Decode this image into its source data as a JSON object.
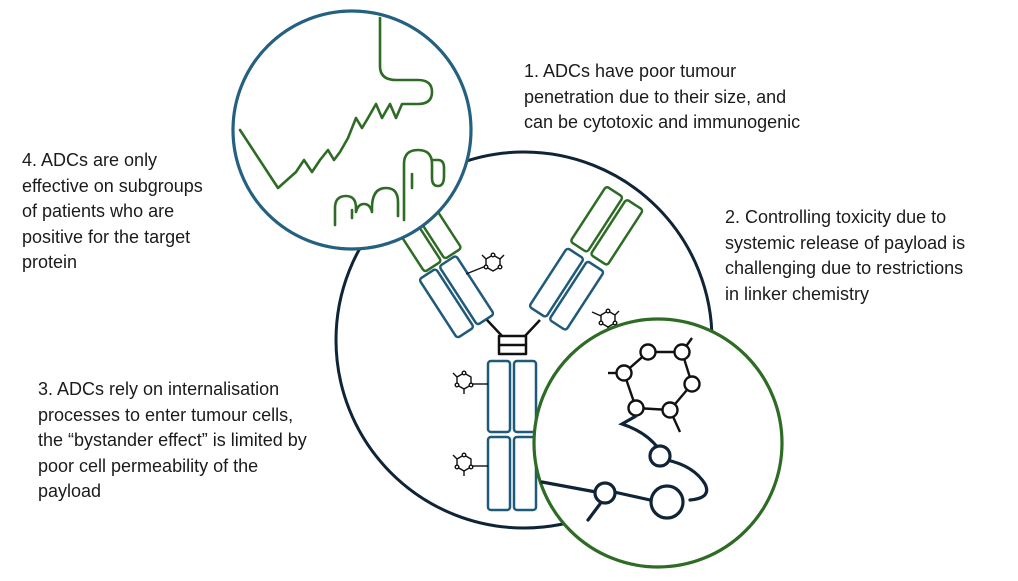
{
  "notes": [
    {
      "id": "note-1",
      "lines": [
        "1. ADCs have poor tumour",
        "penetration due to their size, and",
        "can be cytotoxic and immunogenic"
      ]
    },
    {
      "id": "note-2",
      "lines": [
        "2. Controlling toxicity due to",
        "systemic release of payload is",
        "challenging due to restrictions",
        "in linker chemistry"
      ]
    },
    {
      "id": "note-3",
      "lines": [
        "3. ADCs rely on internalisation",
        "processes to enter tumour cells,",
        "the “bystander effect” is limited by",
        "poor cell permeability of the",
        "payload"
      ]
    },
    {
      "id": "note-4",
      "lines": [
        "4. ADCs are only",
        "effective on subgroups",
        "of patients who are",
        "positive for the target",
        "protein"
      ]
    }
  ],
  "colors": {
    "antibody_outline": "#1f5a7a",
    "variable_domain": "#2e6b24",
    "main_circle": "#0f2436",
    "zoom_circle_top": "#24607f",
    "zoom_circle_bottom": "#2e6b24",
    "payload_molecule": "#111111",
    "linker": "#0f2436"
  }
}
